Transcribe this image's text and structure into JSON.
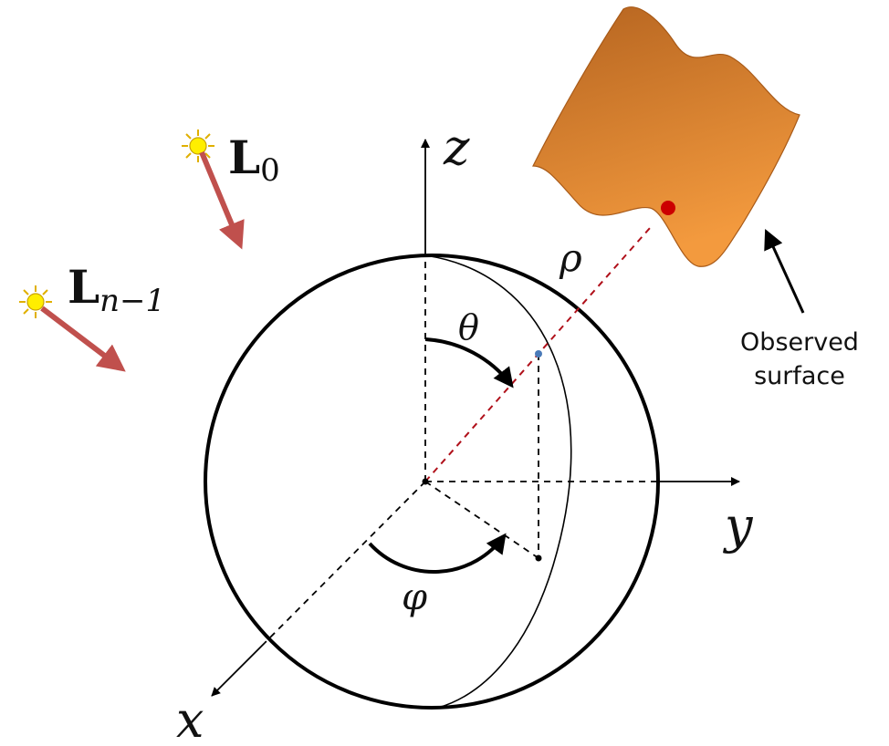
{
  "axes": {
    "x_label": "x",
    "y_label": "y",
    "z_label": "z"
  },
  "angles": {
    "theta_label": "θ",
    "phi_label": "φ"
  },
  "distance_label": "ρ",
  "lights": [
    {
      "symbol": "L",
      "subscript": "0",
      "icon": "sun-icon"
    },
    {
      "symbol": "L",
      "subscript": "n−1",
      "icon": "sun-icon"
    }
  ],
  "surface": {
    "caption_line1": "Observed",
    "caption_line2": "surface"
  },
  "colors": {
    "surface_top": "#b56420",
    "surface_bottom": "#f39a3e",
    "ray": "#b0101a",
    "light_arrow": "#c0504d",
    "sun": "#ffee00",
    "surface_point": "#cc0000",
    "sphere_point": "#4a7ab8"
  }
}
